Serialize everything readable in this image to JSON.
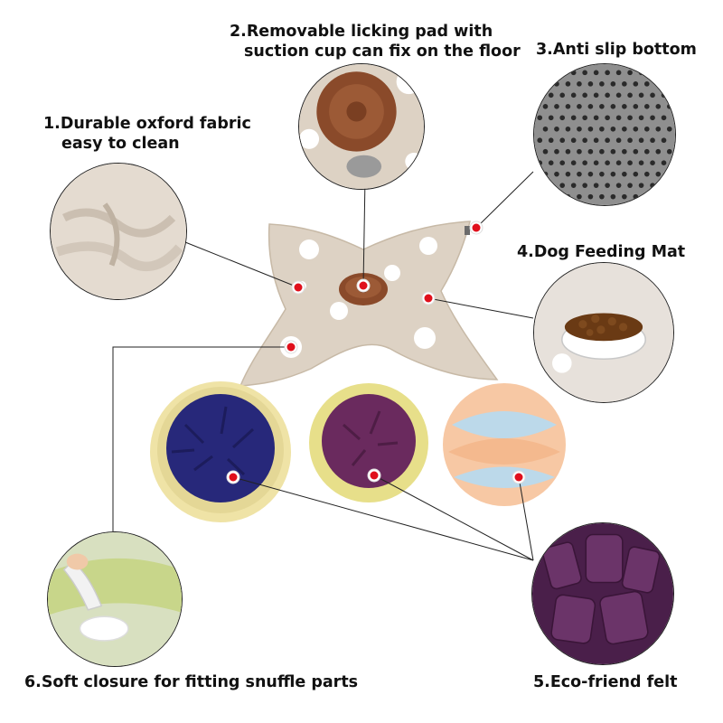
{
  "callouts": [
    {
      "id": "oxford",
      "lines": [
        "1.Durable oxford fabric",
        "  easy to clean"
      ]
    },
    {
      "id": "licking",
      "lines": [
        "2.Removable licking pad with",
        "  suction cup can fix on the floor"
      ]
    },
    {
      "id": "antislip",
      "lines": [
        "3.Anti slip bottom"
      ]
    },
    {
      "id": "feeding",
      "lines": [
        "4.Dog Feeding Mat"
      ]
    },
    {
      "id": "felt",
      "lines": [
        "5.Eco-friend felt"
      ]
    },
    {
      "id": "closure",
      "lines": [
        "6.Soft closure for fitting snuffle parts"
      ]
    }
  ],
  "colors": {
    "mat": "#ddd2c4",
    "mat_edge": "#c9bcab",
    "dot": "#ffffff",
    "pad": "#8a4a2a",
    "marker": "#e0101c",
    "navy": "#27287a",
    "purple": "#6a2a5e",
    "cream": "#efe3a6",
    "peach": "#f7c8a4",
    "lightblue": "#bcd9ea",
    "felt_dark": "#5b2a5a",
    "green": "#c8d68a"
  }
}
